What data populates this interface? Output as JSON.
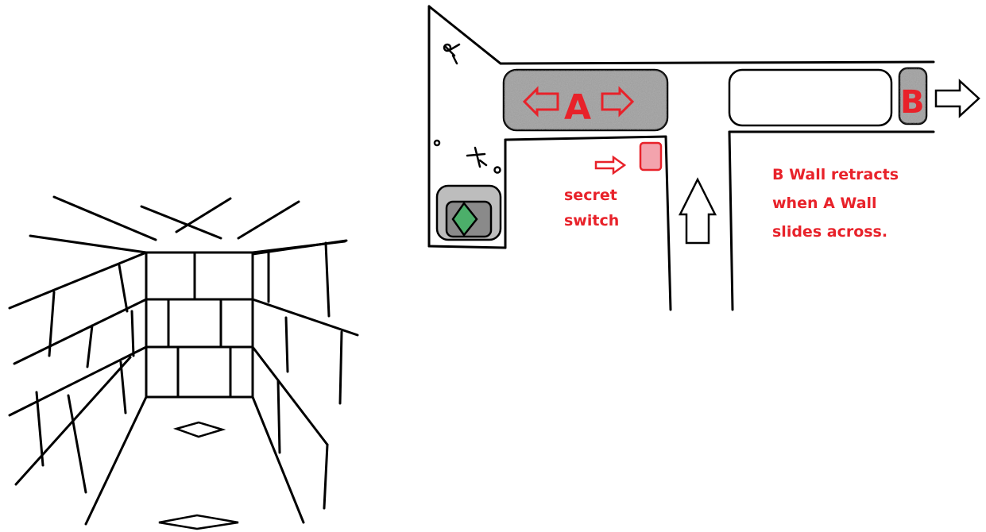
{
  "labels": {
    "wall_a": "A",
    "wall_b": "B",
    "switch_line1": "secret",
    "switch_line2": "switch",
    "note_line1": "B Wall retracts",
    "note_line2": "when A Wall",
    "note_line3": "slides across."
  },
  "colors": {
    "ink": "#000000",
    "annotation_red": "#e8222a",
    "wall_gray": "#9a9a9a",
    "switch_pink": "#f3a3ad",
    "gem_green": "#4caf6a"
  }
}
